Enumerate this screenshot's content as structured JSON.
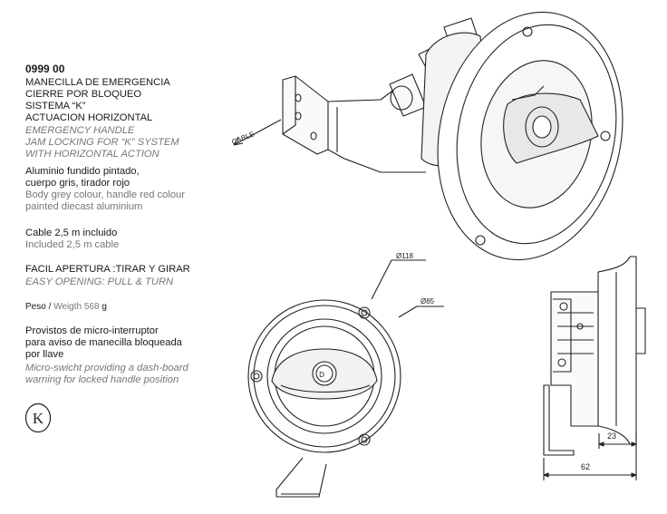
{
  "product": {
    "code": "0999 00",
    "title_es": [
      "MANECILLA DE EMERGENCIA",
      "CIERRE POR BLOQUEO",
      "SISTEMA “K”",
      "ACTUACION HORIZONTAL"
    ],
    "title_en": [
      "EMERGENCY  HANDLE",
      "JAM LOCKING  FOR “K” SYSTEM",
      "WITH HORIZONTAL ACTION"
    ],
    "material_es": [
      "Aluminio fundido pintado,",
      "cuerpo gris, tirador rojo"
    ],
    "material_en": [
      "Body grey colour, handle red colour",
      "painted diecast aluminium"
    ],
    "cable_es": "Cable 2,5 m incluido",
    "cable_en": "Included 2,5 m cable",
    "opening_es": "FACIL APERTURA :TIRAR Y GIRAR",
    "opening_en": "EASY OPENING: PULL & TURN",
    "weight_label_es": "Peso /",
    "weight_label_en": "Weigth 568",
    "weight_unit": "g",
    "switch_es": [
      "Provistos de micro-interruptor",
      "para aviso de manecilla bloqueada",
      "por llave"
    ],
    "switch_en": [
      "Micro-swicht providing a dash-board",
      "warning for locked handle position"
    ],
    "logo_letter": "K"
  },
  "drawing": {
    "cable_label": "CABLE",
    "dim_outer": "Ø118",
    "dim_inner": "Ø85",
    "dim_depth": "23",
    "dim_length": "62",
    "key_letter": "D"
  }
}
